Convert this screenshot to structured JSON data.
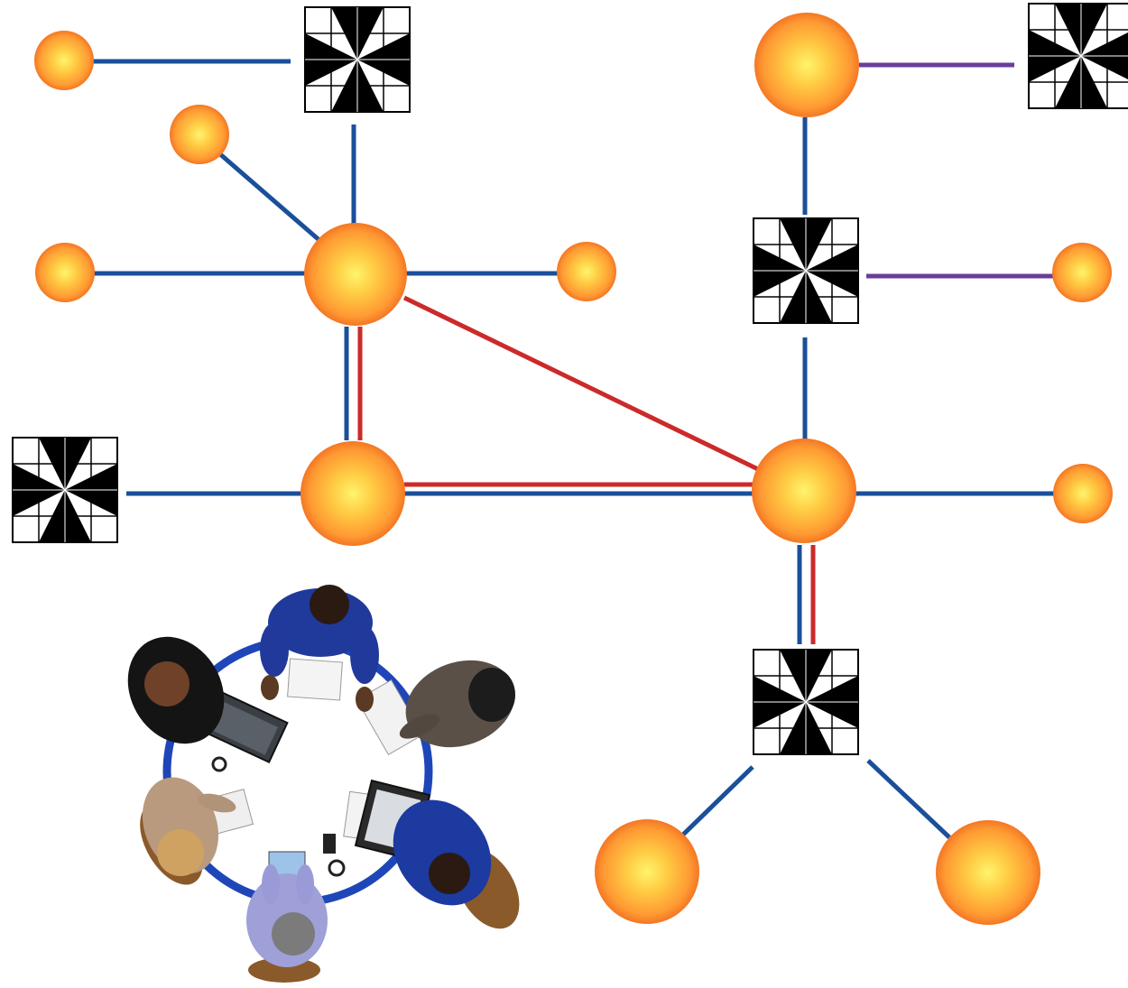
{
  "colors": {
    "background": "#ffffff",
    "link_blue": "#1a4f9a",
    "link_red": "#cc2a2a",
    "link_purple": "#6b3d9a",
    "node_highlight": "#fff06a",
    "node_mid": "#ffb43a",
    "node_edge": "#ee6a1a",
    "switch_black": "#000000",
    "switch_white": "#ffffff"
  },
  "icons": {
    "node": "orange-sphere-node-icon",
    "switch": "eight-point-star-hub-icon",
    "meeting": "people-round-table-meeting-icon"
  },
  "link_types": [
    "blue",
    "red",
    "purple"
  ]
}
